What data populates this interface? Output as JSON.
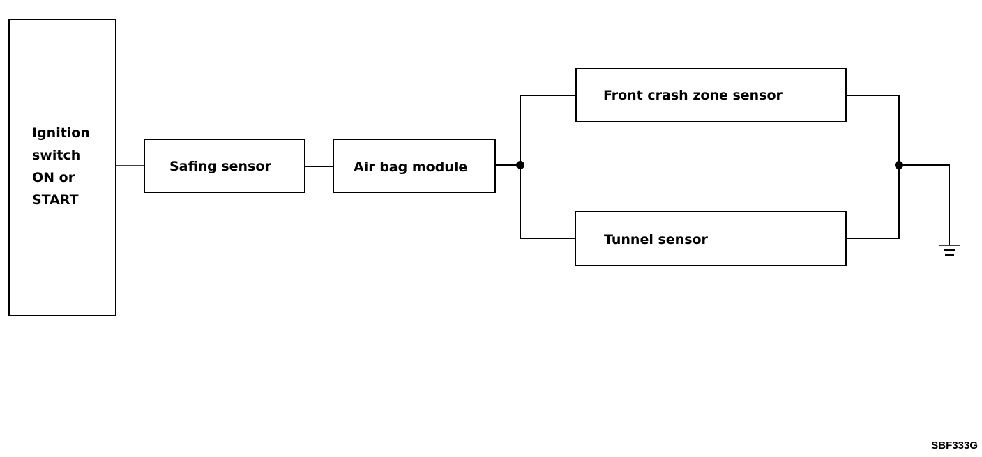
{
  "diagram": {
    "type": "circuit-block-diagram",
    "blocks": {
      "ignition": {
        "label_lines": [
          "Ignition",
          "switch",
          "ON or",
          "START"
        ]
      },
      "safing": {
        "label": "Safing sensor"
      },
      "airbag": {
        "label": "Air bag module"
      },
      "front": {
        "label": "Front crash zone sensor"
      },
      "tunnel": {
        "label": "Tunnel sensor"
      }
    },
    "connections": [
      {
        "from": "Ignition switch ON or START",
        "to": "Safing sensor"
      },
      {
        "from": "Safing sensor",
        "to": "Air bag module"
      },
      {
        "from": "Air bag module",
        "to": "Front crash zone sensor"
      },
      {
        "from": "Air bag module",
        "to": "Tunnel sensor"
      },
      {
        "from": "Front crash zone sensor",
        "to": "Ground"
      },
      {
        "from": "Tunnel sensor",
        "to": "Ground"
      }
    ],
    "ground_symbol": "ground-icon",
    "figure_code": "SBF333G"
  }
}
